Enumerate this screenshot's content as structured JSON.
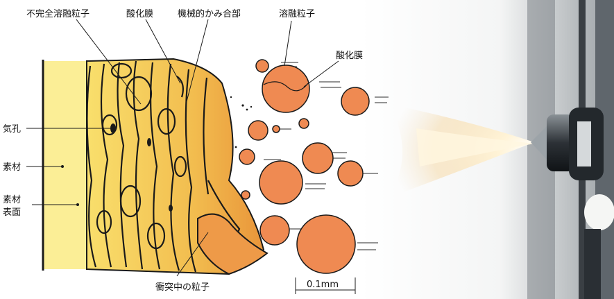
{
  "labels": {
    "unmelted": "不完全溶融粒子",
    "oxide_top": "酸化膜",
    "mech_bond": "機械的かみ合部",
    "molten": "溶融粒子",
    "oxide_right": "酸化膜",
    "pore": "気孔",
    "substrate": "素材",
    "surface_line1": "素材",
    "surface_line2": "表面",
    "impacting": "衝突中の粒子",
    "scale": "0.1mm"
  },
  "colors": {
    "substrate": "#fbee96",
    "coating_light": "#f7d25a",
    "coating_mid": "#efb047",
    "coating_dark": "#e79638",
    "particle": "#ef8a52",
    "outline": "#1a1a1a"
  }
}
